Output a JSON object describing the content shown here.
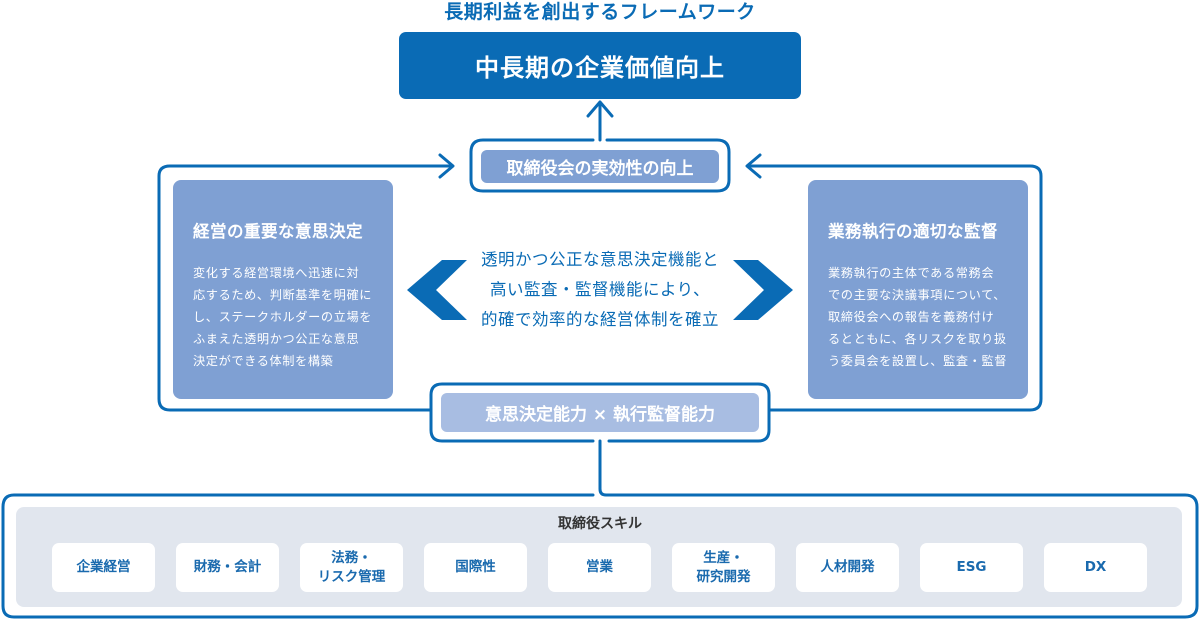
{
  "heading": "長期利益を創出するフレームワーク",
  "goal": "中長期の企業価値向上",
  "effectiveness": "取締役会の実効性の向上",
  "left_card": {
    "title": "経営の重要な意思決定",
    "lines": [
      "変化する経営環境へ迅速に対",
      "応するため、判断基準を明確に",
      "し、ステークホルダーの立場を",
      "ふまえた透明かつ公正な意思",
      "決定ができる体制を構築"
    ]
  },
  "right_card": {
    "title": "業務執行の適切な監督",
    "lines": [
      "業務執行の主体である常務会",
      "での主要な決議事項について、",
      "取締役会への報告を義務付け",
      "るとともに、各リスクを取り扱",
      "う委員会を設置し、監査・監督"
    ]
  },
  "center": {
    "lines": [
      "透明かつ公正な意思決定機能と",
      "高い監査・監督機能により、",
      "的確で効率的な経営体制を確立"
    ]
  },
  "capability": "意思決定能力 × 執行監督能力",
  "skills": {
    "title": "取締役スキル",
    "items": [
      {
        "line1": "企業経営",
        "line2": ""
      },
      {
        "line1": "財務・会計",
        "line2": ""
      },
      {
        "line1": "法務・",
        "line2": "リスク管理"
      },
      {
        "line1": "国際性",
        "line2": ""
      },
      {
        "line1": "営業",
        "line2": ""
      },
      {
        "line1": "生産・",
        "line2": "研究開発"
      },
      {
        "line1": "人材開発",
        "line2": ""
      },
      {
        "line1": "ESG",
        "line2": ""
      },
      {
        "line1": "DX",
        "line2": ""
      }
    ]
  },
  "colors": {
    "primary": "#0a6bb5",
    "card": "#7fa0d3",
    "capability_pill": "#a8bde2",
    "skills_panel": "#e1e6ee"
  }
}
